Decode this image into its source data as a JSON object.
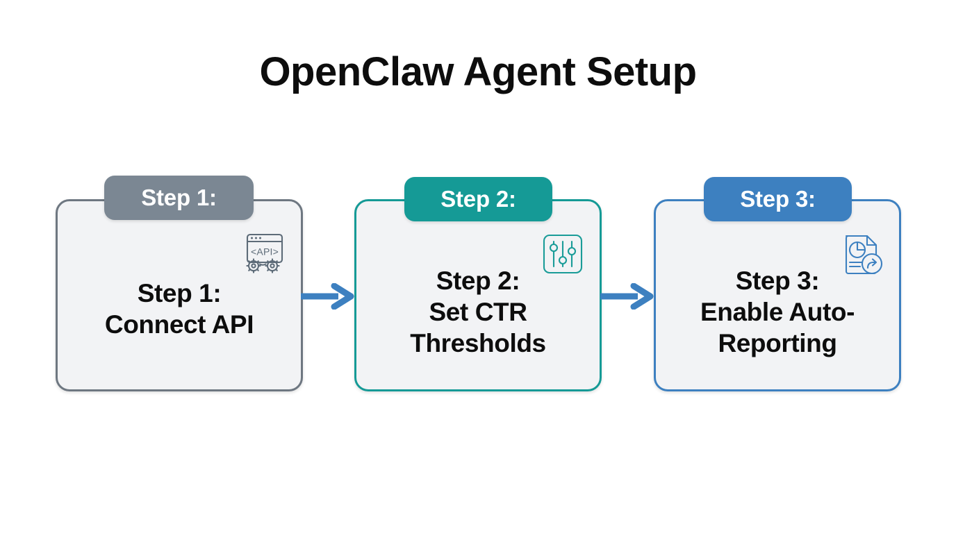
{
  "title": "OpenClaw Agent Setup",
  "colors": {
    "background": "#ffffff",
    "title_text": "#0d0d0d",
    "card_fill": "#f2f3f5",
    "step1_accent": "#7b8793",
    "step1_border": "#6e7781",
    "step2_accent": "#159a96",
    "step3_accent": "#3d80c0",
    "arrow": "#3d80c0"
  },
  "steps": [
    {
      "badge": "Step 1:",
      "body": "Step 1:\nConnect API",
      "icon": "api-window-gears-icon",
      "icon_label": "<API>",
      "accent": "#7b8793"
    },
    {
      "badge": "Step 2:",
      "body": "Step 2:\nSet CTR\nThresholds",
      "icon": "sliders-settings-icon",
      "icon_label": "",
      "accent": "#159a96"
    },
    {
      "badge": "Step 3:",
      "body": "Step 3:\nEnable Auto-\nReporting",
      "icon": "report-share-icon",
      "icon_label": "",
      "accent": "#3d80c0"
    }
  ],
  "arrows": [
    {
      "name": "arrow-step1-to-step2",
      "direction": "right"
    },
    {
      "name": "arrow-step2-to-step3",
      "direction": "right"
    }
  ]
}
